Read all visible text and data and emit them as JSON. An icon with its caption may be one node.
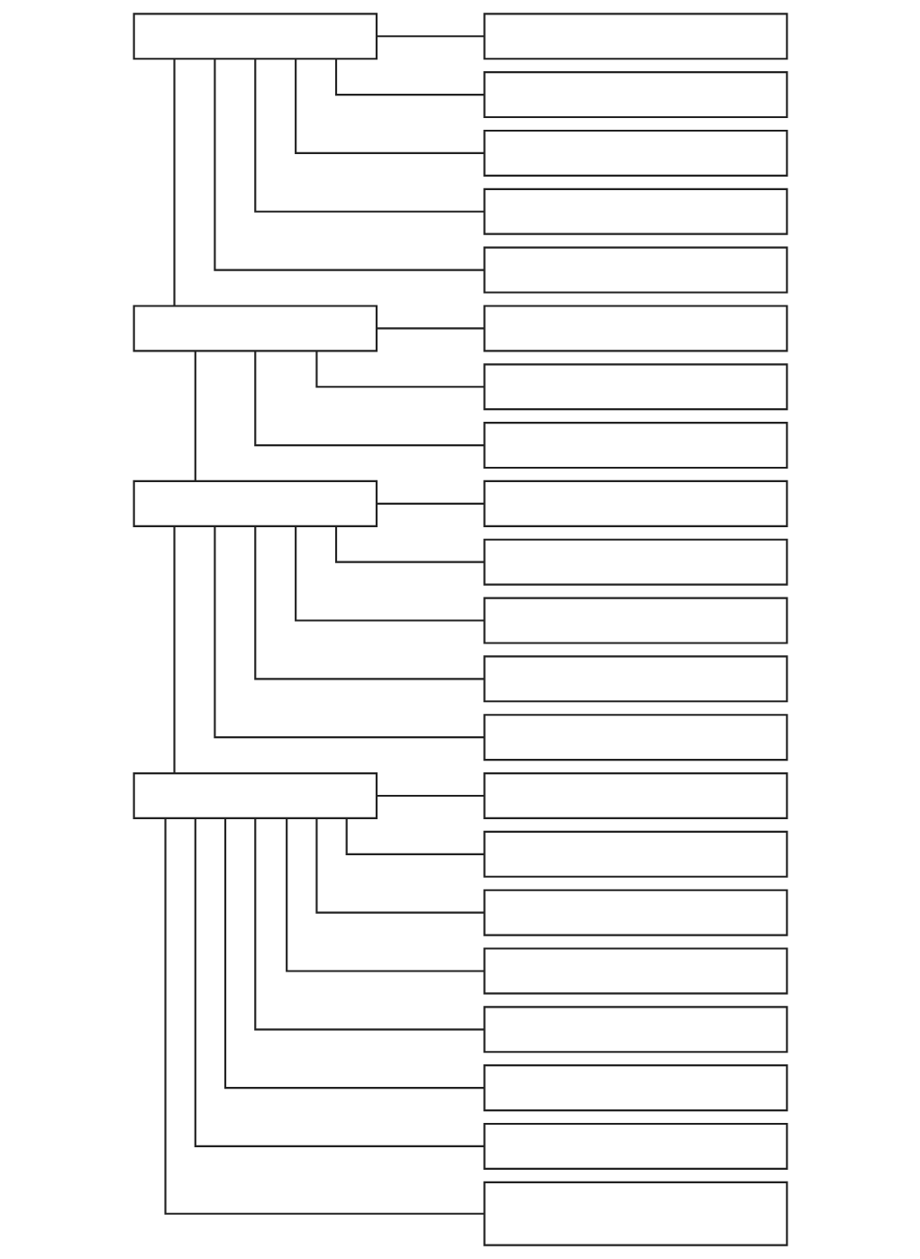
{
  "diagram": {
    "nodes": [
      {
        "text": [],
        "shape": "box"
      },
      {
        "text": [],
        "shape": "box"
      },
      {
        "text": [],
        "shape": "box"
      },
      {
        "text": [],
        "shape": "box"
      },
      {
        "text": [],
        "shape": "box"
      },
      {
        "text": [],
        "shape": "box"
      },
      {
        "text": [],
        "shape": "box"
      },
      {
        "text": [],
        "shape": "box"
      },
      {
        "text": [],
        "shape": "box"
      },
      {
        "text": [],
        "shape": "box"
      },
      {
        "text": [],
        "shape": "box"
      },
      {
        "text": [],
        "shape": "box"
      },
      {
        "text": [],
        "shape": "box"
      },
      {
        "text": [],
        "shape": "box"
      },
      {
        "text": [],
        "shape": "box"
      },
      {
        "text": [],
        "shape": "box"
      },
      {
        "text": [],
        "shape": "box"
      },
      {
        "text": [],
        "shape": "box"
      },
      {
        "text": [],
        "shape": "box"
      },
      {
        "text": [],
        "shape": "box"
      },
      {
        "text": [],
        "shape": "box"
      },
      {
        "text": [],
        "shape": "box"
      },
      {
        "text": [],
        "shape": "box"
      },
      {
        "text": [],
        "shape": "box"
      },
      {
        "text": [],
        "shape": "box"
      }
    ],
    "edges": [
      {
        "from": 0,
        "to": 1,
        "arrow": "none"
      },
      {
        "from": 0,
        "to": 2,
        "arrow": "none"
      },
      {
        "from": 0,
        "to": 3,
        "arrow": "none"
      },
      {
        "from": 0,
        "to": 4,
        "arrow": "none"
      },
      {
        "from": 0,
        "to": 5,
        "arrow": "none"
      },
      {
        "from": 0,
        "to": 6,
        "arrow": "none"
      },
      {
        "from": 6,
        "to": 7,
        "arrow": "none"
      },
      {
        "from": 6,
        "to": 8,
        "arrow": "none"
      },
      {
        "from": 6,
        "to": 9,
        "arrow": "none"
      },
      {
        "from": 6,
        "to": 10,
        "arrow": "none"
      },
      {
        "from": 10,
        "to": 11,
        "arrow": "none"
      },
      {
        "from": 10,
        "to": 12,
        "arrow": "none"
      },
      {
        "from": 10,
        "to": 13,
        "arrow": "none"
      },
      {
        "from": 10,
        "to": 14,
        "arrow": "none"
      },
      {
        "from": 10,
        "to": 15,
        "arrow": "none"
      },
      {
        "from": 10,
        "to": 16,
        "arrow": "none"
      },
      {
        "from": 16,
        "to": 17,
        "arrow": "none"
      },
      {
        "from": 16,
        "to": 18,
        "arrow": "none"
      },
      {
        "from": 16,
        "to": 19,
        "arrow": "none"
      },
      {
        "from": 16,
        "to": 20,
        "arrow": "none"
      },
      {
        "from": 16,
        "to": 21,
        "arrow": "none"
      },
      {
        "from": 16,
        "to": 22,
        "arrow": "none"
      },
      {
        "from": 16,
        "to": 23,
        "arrow": "none"
      },
      {
        "from": 16,
        "to": 24,
        "arrow": "none"
      }
    ]
  }
}
